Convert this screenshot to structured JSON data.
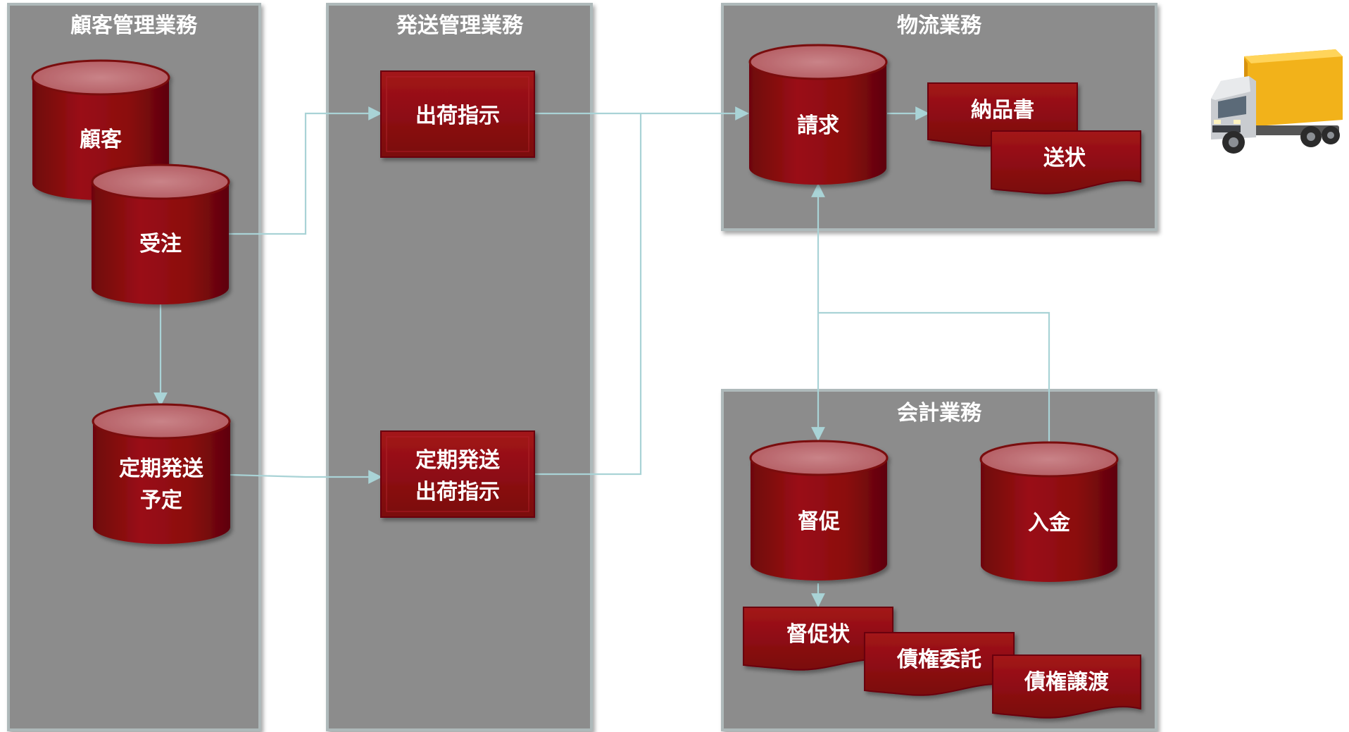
{
  "panels": {
    "customer": "顧客管理業務",
    "shipping": "発送管理業務",
    "logistics": "物流業務",
    "accounting": "会計業務"
  },
  "nodes": {
    "customer": "顧客",
    "order": "受注",
    "periodic_schedule": [
      "定期発送",
      "予定"
    ],
    "shipping_instruction": "出荷指示",
    "periodic_instruction": [
      "定期発送",
      "出荷指示"
    ],
    "invoice": "請求",
    "delivery_note": "納品書",
    "waybill": "送状",
    "dunning": "督促",
    "payment": "入金",
    "dunning_letter": "督促状",
    "debt_collection": "債権委託",
    "debt_transfer": "債権譲渡"
  },
  "icons": {
    "truck": "delivery-truck-icon"
  },
  "colors": {
    "node_fill": "#8b0a0f",
    "node_top": "#c26a6f",
    "panel_fill": "#8c8c8c",
    "connector": "#a9d3d6",
    "text": "#ffffff"
  }
}
